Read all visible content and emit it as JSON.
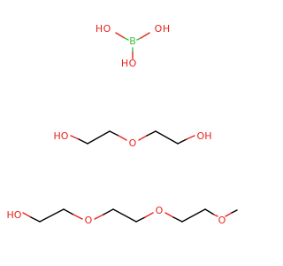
{
  "colors": {
    "oxygen": "#e8231c",
    "boron": "#3fbf3f",
    "carbon_bond": "#000000",
    "background": "#ffffff"
  },
  "boric_acid": {
    "b_label": "B",
    "oh_left": "HO",
    "oh_right": "OH",
    "oh_bottom": "OH",
    "h_left": "H",
    "o_left": "O",
    "o_right": "O",
    "h_right": "H",
    "o_bottom": "O",
    "h_bottom": "H"
  },
  "diethylene_glycol": {
    "ho_left": "HO",
    "o_middle": "O",
    "oh_right": "OH"
  },
  "triethylene_glycol_monomethyl_ether": {
    "ho_left": "HO",
    "o_1": "O",
    "o_2": "O",
    "o_3": "O"
  }
}
